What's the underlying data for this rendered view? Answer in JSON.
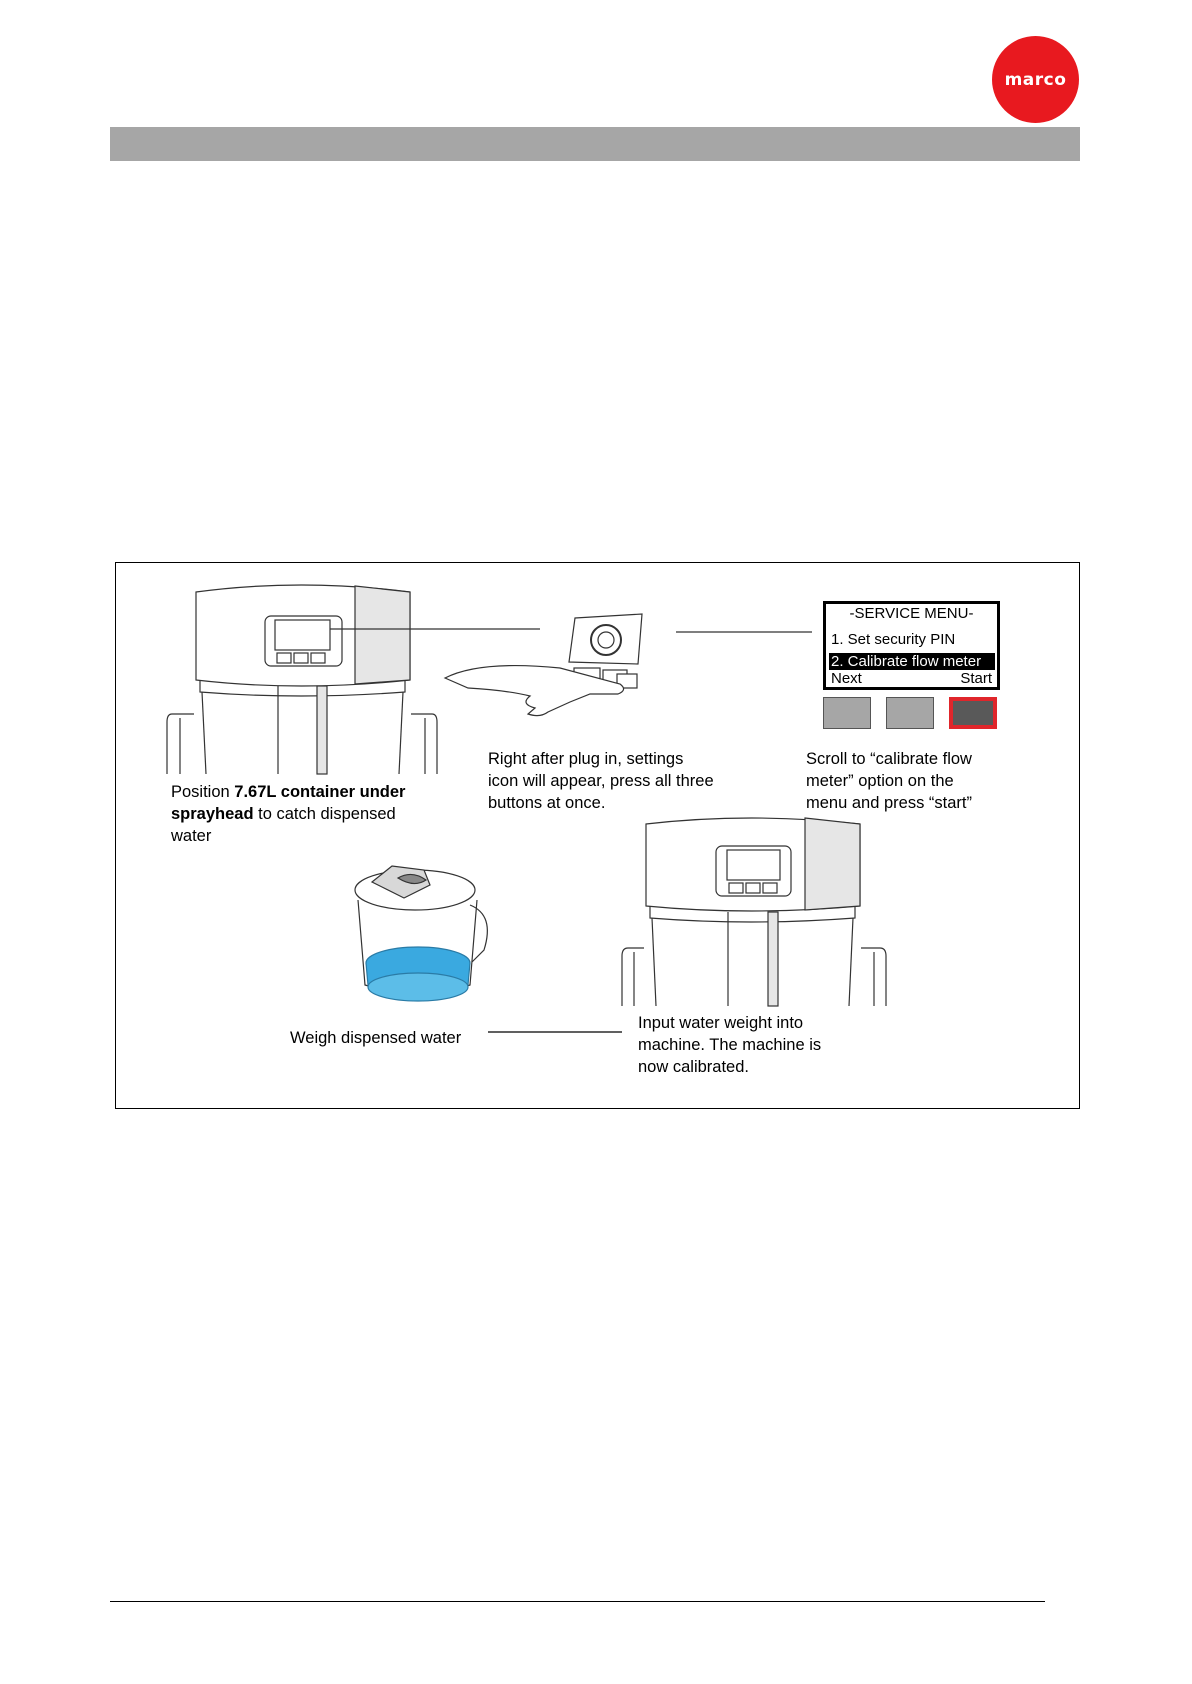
{
  "logo": {
    "text": "marco",
    "color": "#e8191f"
  },
  "header": {
    "bar_color": "#a6a6a6"
  },
  "figure": {
    "step1": {
      "pre": "Position ",
      "bold1": "7.67L container under",
      "bold2": "sprayhead",
      "post": " to catch dispensed",
      "line3": "water"
    },
    "step2": {
      "line1": "Right after plug in, settings",
      "line2": "icon will appear, press all three",
      "line3": "buttons at once."
    },
    "step3": {
      "line1": "Scroll to “calibrate flow",
      "line2": "meter” option on the",
      "line3": "menu and press “start”"
    },
    "step4": {
      "line1": "Weigh dispensed water"
    },
    "step5": {
      "line1": "Input water weight into",
      "line2": "machine. The machine is",
      "line3": "now calibrated."
    },
    "service_menu": {
      "title": "-SERVICE MENU-",
      "item1": "1. Set security PIN",
      "item2": "2. Calibrate flow meter",
      "next": "Next",
      "start": "Start",
      "active_button_color": "#e0262b"
    },
    "water_color": "#3aa9e0"
  }
}
